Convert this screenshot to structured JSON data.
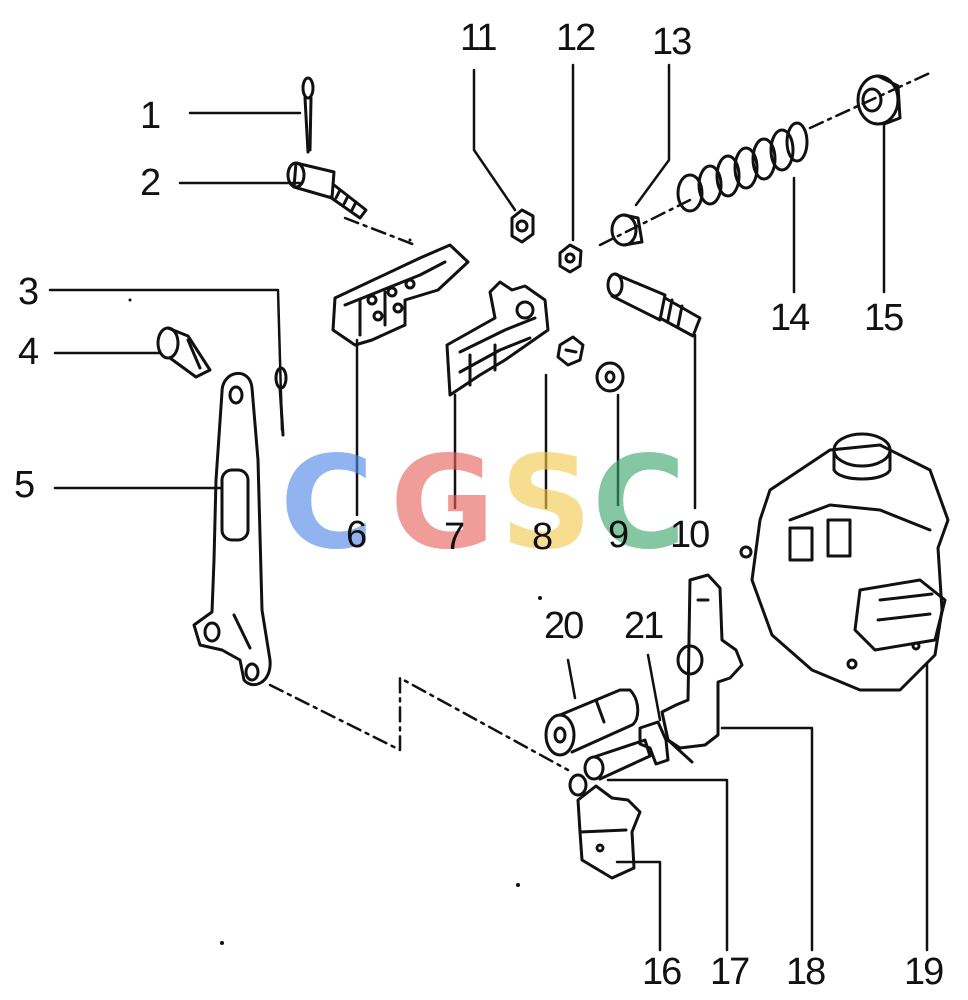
{
  "callouts": {
    "p1": "1",
    "p2": "2",
    "p3": "3",
    "p4": "4",
    "p5": "5",
    "p6": "6",
    "p7": "7",
    "p8": "8",
    "p9": "9",
    "p10": "10",
    "p11": "11",
    "p12": "12",
    "p13": "13",
    "p14": "14",
    "p15": "15",
    "p16": "16",
    "p17": "17",
    "p18": "18",
    "p19": "19",
    "p20": "20",
    "p21": "21"
  },
  "watermark": {
    "letter_1": "C",
    "letter_2": "G",
    "letter_3": "S",
    "letter_4": "C",
    "color_1": "#4f86e6",
    "color_2": "#e8615a",
    "color_3": "#f2c94c",
    "color_4": "#3aa56a"
  },
  "colors": {
    "ink": "#111111",
    "background": "#ffffff"
  }
}
